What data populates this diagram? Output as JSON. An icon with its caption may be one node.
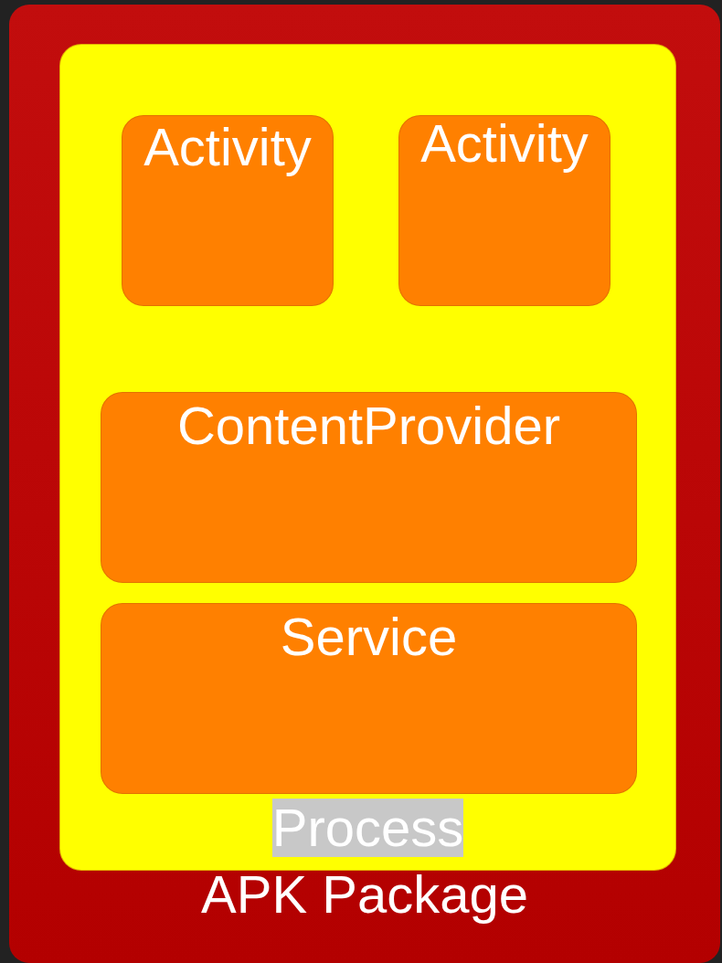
{
  "diagram": {
    "nodes": [
      {
        "text": [
          "APK Package"
        ]
      },
      {
        "text": [
          "Process"
        ],
        "in": 0
      },
      {
        "text": [
          "Activity"
        ],
        "in": 1
      },
      {
        "text": [
          "Activity"
        ],
        "in": 1
      },
      {
        "text": [
          "ContentProvider"
        ],
        "in": 1
      },
      {
        "text": [
          "Service"
        ],
        "in": 1
      }
    ]
  }
}
